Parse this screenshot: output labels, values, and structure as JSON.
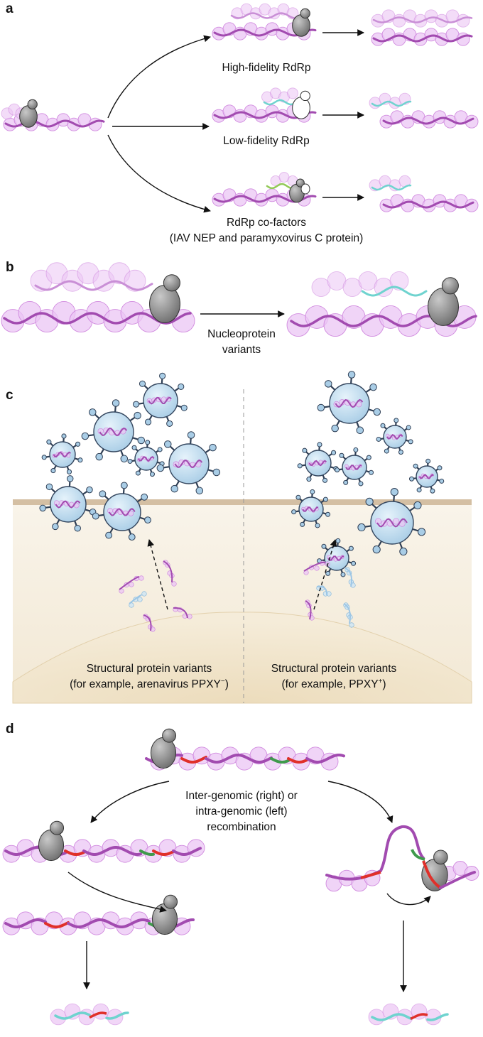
{
  "colors": {
    "rna_genome": "#a24bb0",
    "nucleoprotein": "#ebc5f4",
    "nucleoprotein_stroke": "#cc80dc",
    "polymerase": "#8e8e8e",
    "polymerase_low_fidelity": "#ffffff",
    "mutated_rna": "#6fd3cf",
    "cofactor_rna": "#92c957",
    "recombination_red": "#e0302a",
    "recombination_green": "#3f9a4c",
    "virion": "#bddcf0",
    "membrane": "#d4bfa3",
    "cytoplasm": "#f6efe2"
  },
  "panel_a": {
    "letter": "a",
    "outcome_high": "High-fidelity RdRp",
    "outcome_low": "Low-fidelity RdRp",
    "outcome_cofactor_line1": "RdRp co-factors",
    "outcome_cofactor_line2": "(IAV NEP and paramyxovirus C protein)"
  },
  "panel_b": {
    "letter": "b",
    "label_line1": "Nucleoprotein",
    "label_line2": "variants"
  },
  "panel_c": {
    "letter": "c",
    "left_line1": "Structural protein variants",
    "left_line2_prefix": "(for example, arenavirus PPXY",
    "left_sup": "−",
    "left_line2_suffix": ")",
    "right_line1": "Structural protein variants",
    "right_line2_prefix": "(for example, PPXY",
    "right_sup": "+",
    "right_line2_suffix": ")"
  },
  "panel_d": {
    "letter": "d",
    "label_line1": "Inter-genomic (right) or",
    "label_line2": "intra-genomic (left)",
    "label_line3": "recombination"
  }
}
